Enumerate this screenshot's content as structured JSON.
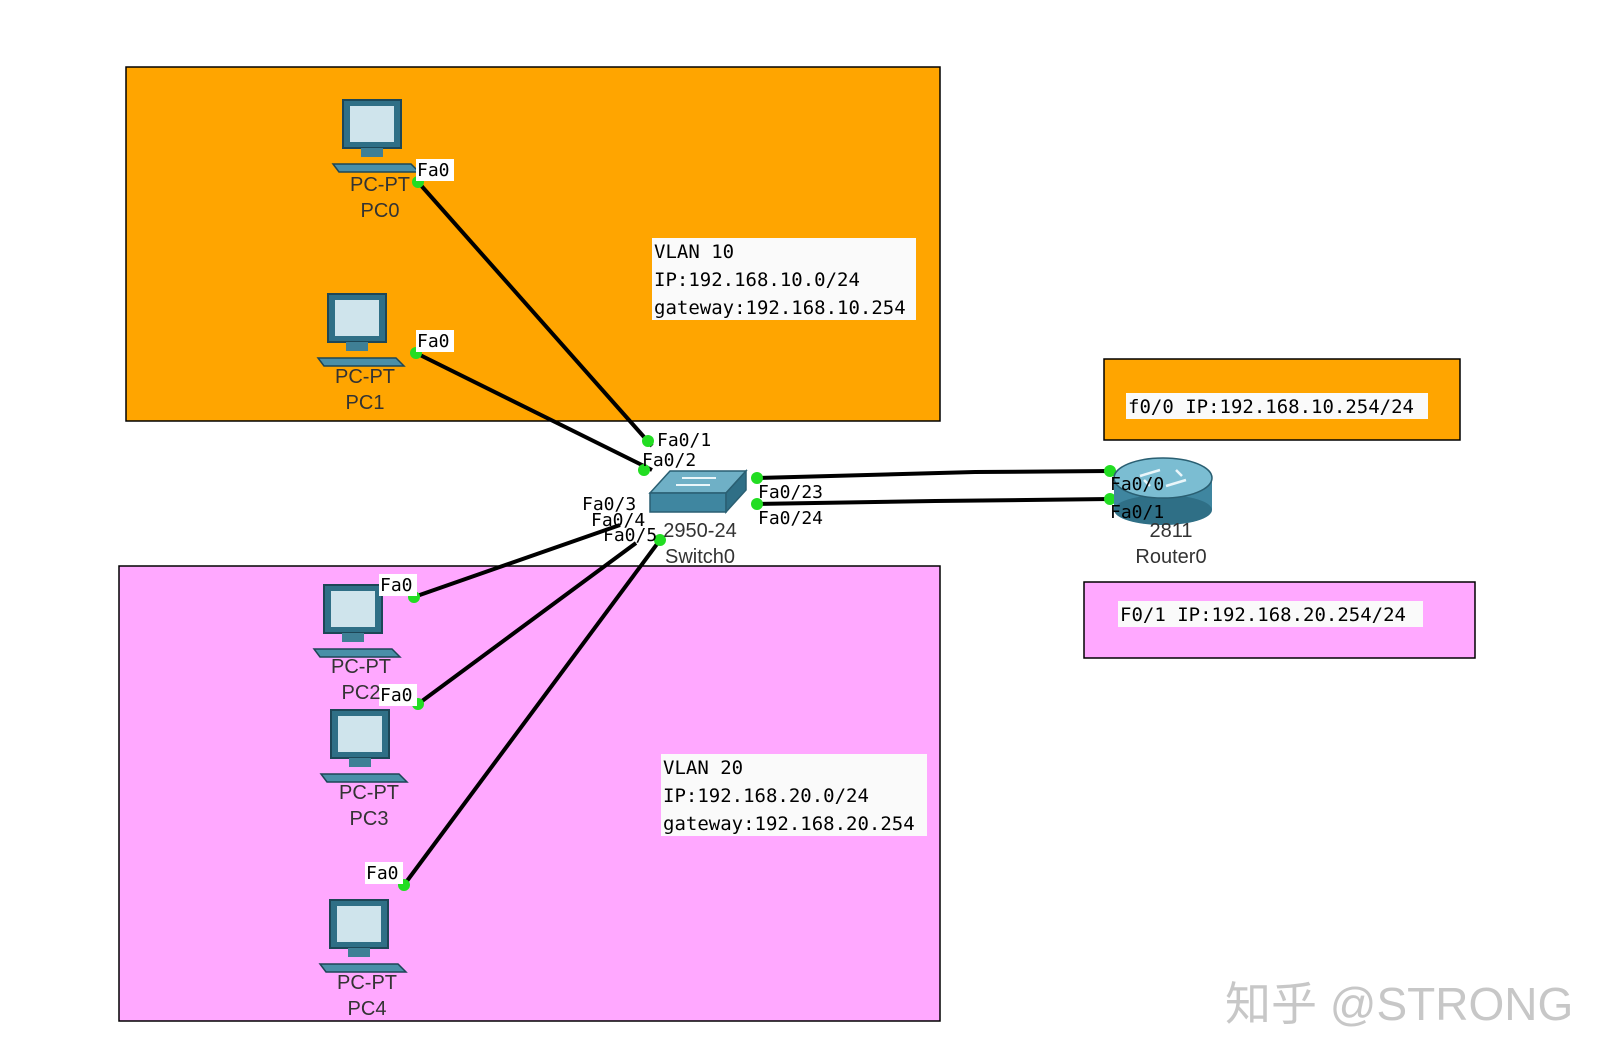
{
  "areas": {
    "vlan10": {
      "color": "#FFA500",
      "note": [
        "VLAN 10",
        "IP:192.168.10.0/24",
        "gateway:192.168.10.254"
      ]
    },
    "vlan20": {
      "color": "#FFA8FF",
      "note": [
        "VLAN 20",
        "IP:192.168.20.0/24",
        "gateway:192.168.20.254"
      ]
    },
    "router_f00": {
      "color": "#FFA500",
      "text": "f0/0 IP:192.168.10.254/24"
    },
    "router_f01": {
      "color": "#FFA8FF",
      "text": "F0/1 IP:192.168.20.254/24"
    }
  },
  "devices": {
    "pc0": {
      "model": "PC-PT",
      "name": "PC0",
      "port": "Fa0"
    },
    "pc1": {
      "model": "PC-PT",
      "name": "PC1",
      "port": "Fa0"
    },
    "pc2": {
      "model": "PC-PT",
      "name": "PC2",
      "port": "Fa0"
    },
    "pc3": {
      "model": "PC-PT",
      "name": "PC3",
      "port": "Fa0"
    },
    "pc4": {
      "model": "PC-PT",
      "name": "PC4",
      "port": "Fa0"
    },
    "switch": {
      "model": "2950-24",
      "name": "Switch0",
      "ports": [
        "Fa0/1",
        "Fa0/2",
        "Fa0/3",
        "Fa0/4",
        "Fa0/5",
        "Fa0/23",
        "Fa0/24"
      ]
    },
    "router": {
      "model": "2811",
      "name": "Router0",
      "ports": [
        "Fa0/0",
        "Fa0/1"
      ]
    }
  },
  "colors": {
    "link": "#000000",
    "port_dot": "#22DD22",
    "device_body": "#4a8fa8"
  },
  "watermark": "知乎 @STRONG"
}
